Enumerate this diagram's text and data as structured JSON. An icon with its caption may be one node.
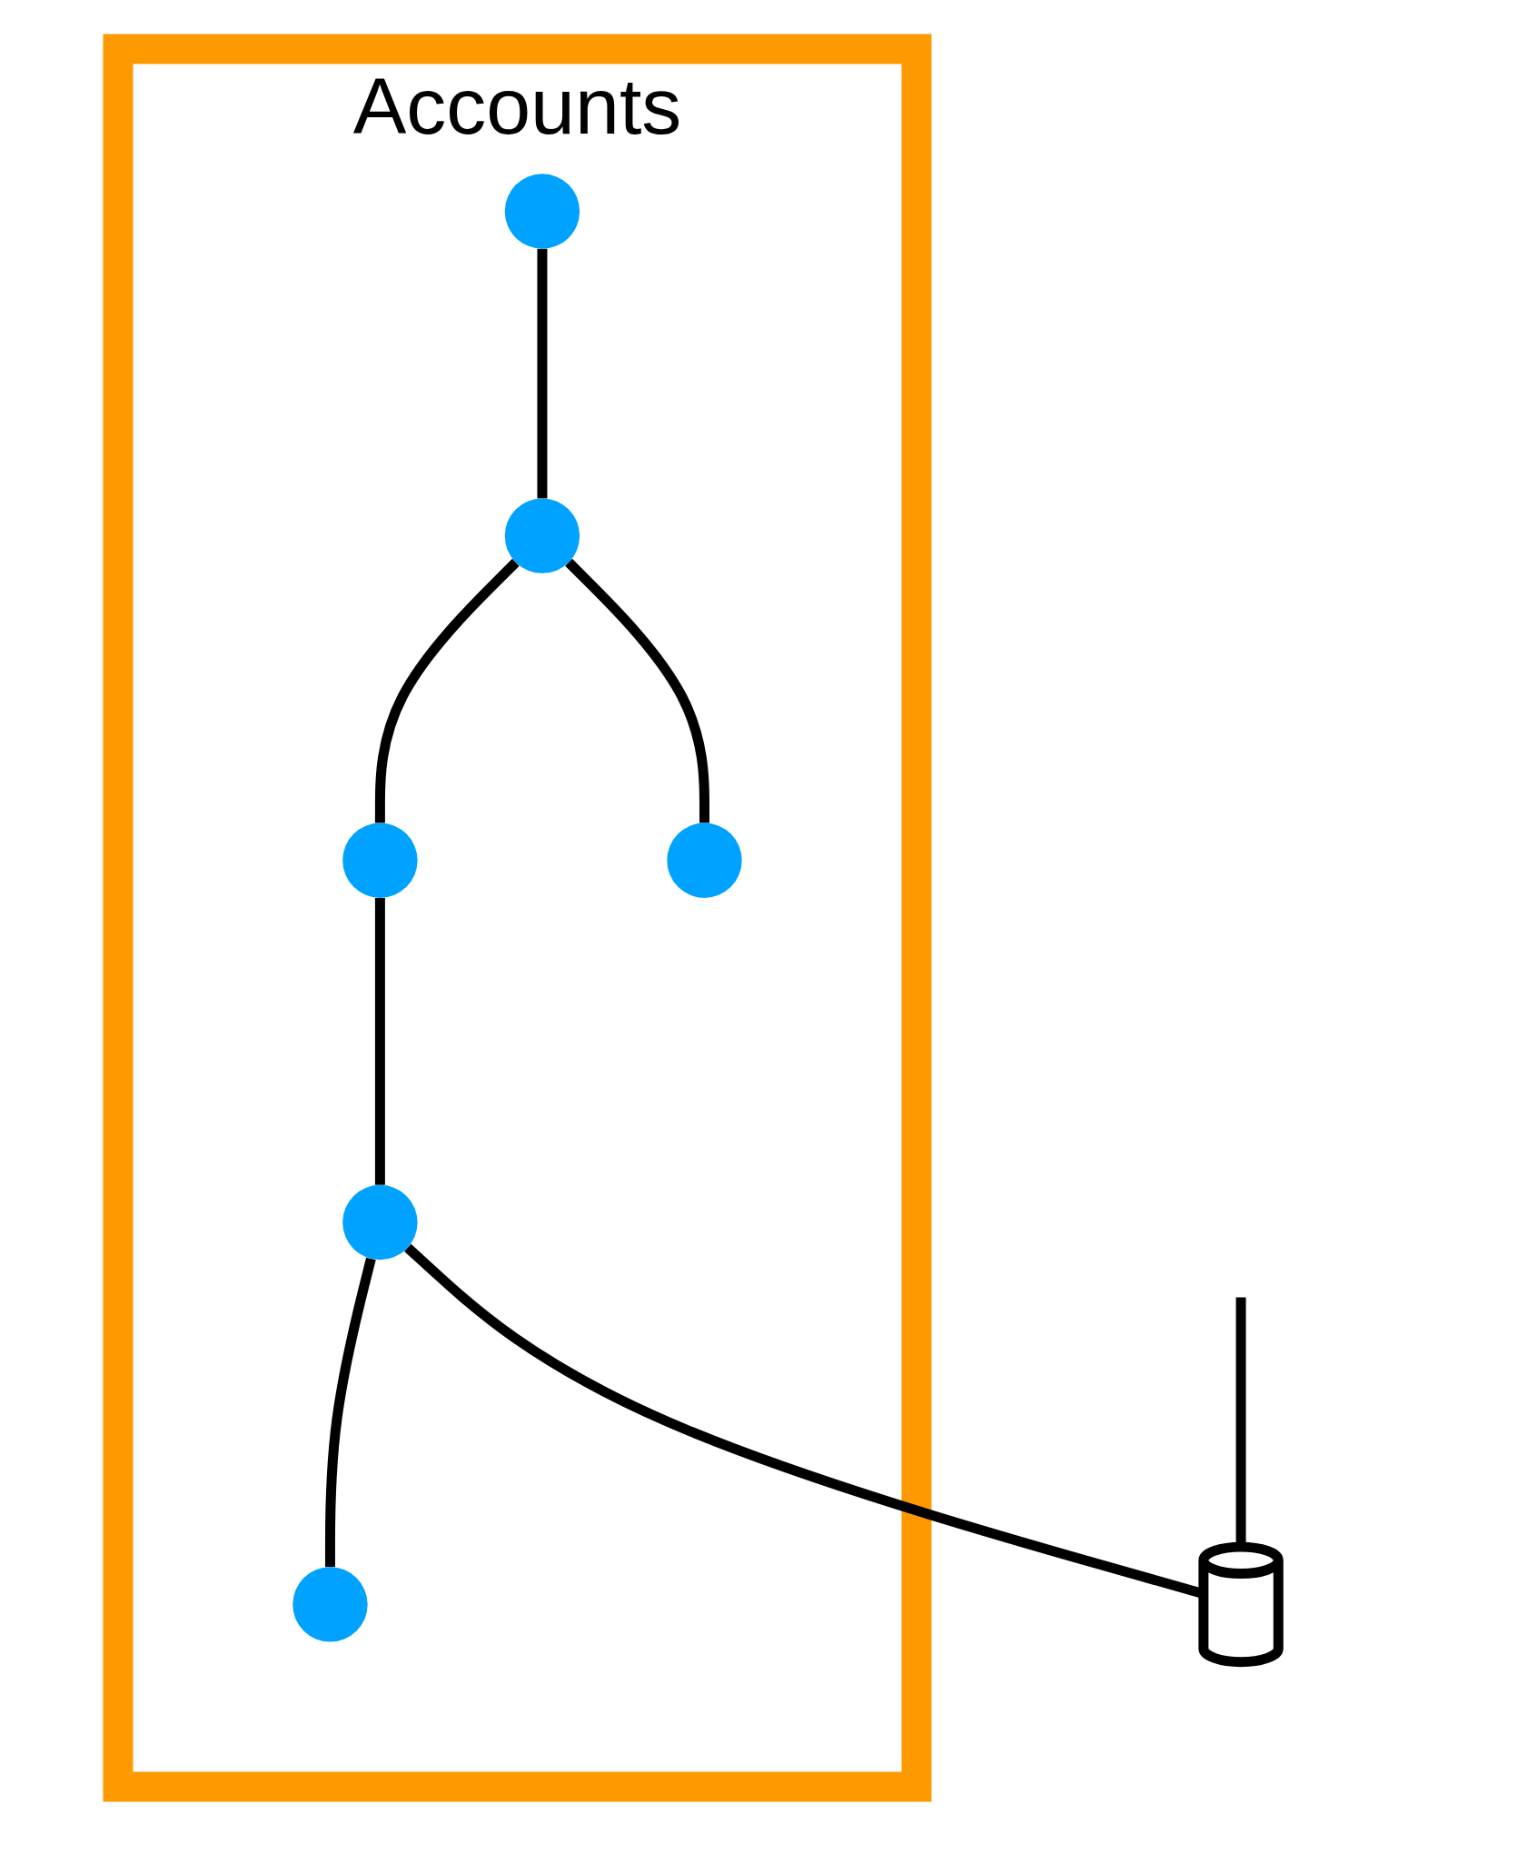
{
  "diagram": {
    "nodes": [
      {
        "text": [
          "Accounts"
        ]
      },
      {
        "text": [],
        "shape": "circle",
        "in": 0
      },
      {
        "text": [],
        "shape": "circle",
        "in": 0
      },
      {
        "text": [],
        "shape": "circle",
        "in": 0
      },
      {
        "text": [],
        "shape": "circle",
        "in": 0
      },
      {
        "text": [],
        "shape": "circle",
        "in": 0
      },
      {
        "text": [],
        "shape": "circle",
        "in": 0
      },
      {
        "text": [],
        "shape": "cylinder"
      }
    ],
    "edges": [
      {
        "from": 4,
        "to": 2,
        "arrow": "none"
      },
      {
        "from": 2,
        "to": 1,
        "arrow": "none"
      },
      {
        "from": 2,
        "to": 6,
        "arrow": "none"
      },
      {
        "from": 1,
        "to": 5,
        "arrow": "none"
      },
      {
        "from": 5,
        "to": 3,
        "arrow": "none"
      },
      {
        "from": 5,
        "to": 7,
        "arrow": "none"
      },
      {
        "from": null,
        "to": 7,
        "arrow": "none"
      }
    ]
  }
}
